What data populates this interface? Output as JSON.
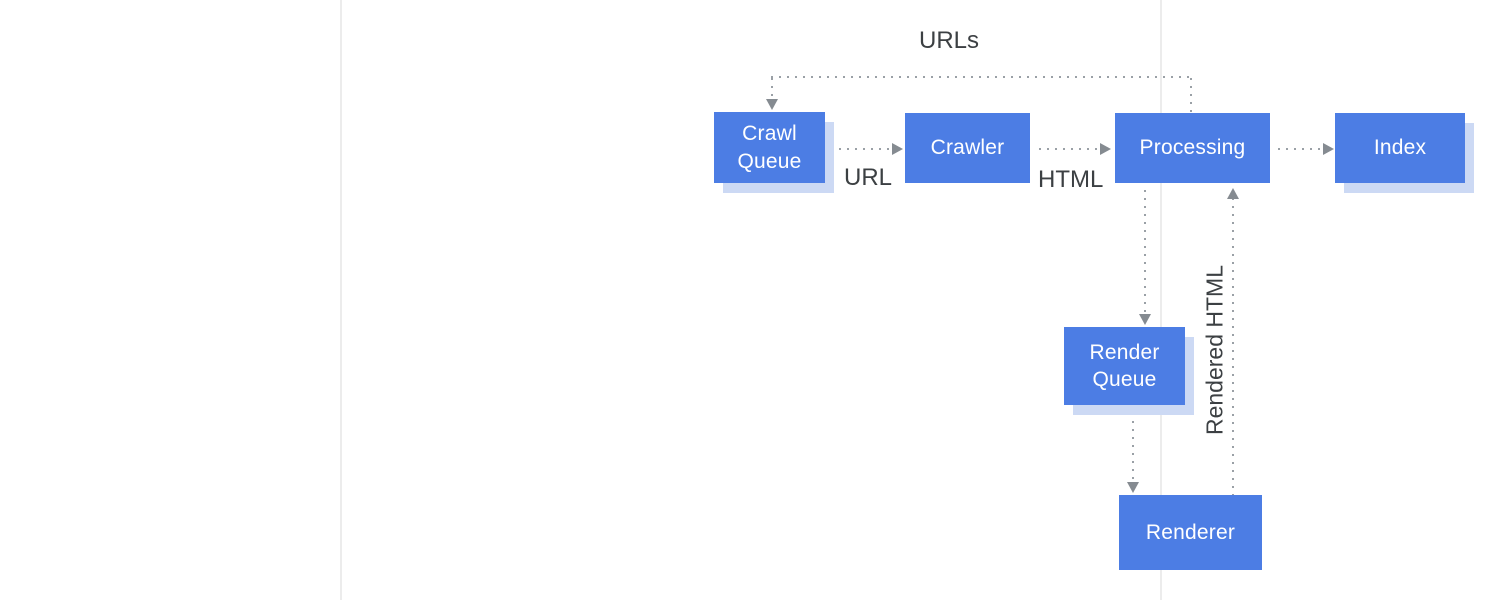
{
  "diagram": {
    "description": "Google Search crawl-render-index pipeline flow diagram",
    "nodes": [
      {
        "id": "crawl-queue",
        "label": "Crawl Queue"
      },
      {
        "id": "crawler",
        "label": "Crawler"
      },
      {
        "id": "processing",
        "label": "Processing"
      },
      {
        "id": "index",
        "label": "Index"
      },
      {
        "id": "render-queue",
        "label": "Render Queue"
      },
      {
        "id": "renderer",
        "label": "Renderer"
      }
    ],
    "edge_labels": {
      "urls": "URLs",
      "url": "URL",
      "html": "HTML",
      "rendered_html": "Rendered HTML"
    },
    "edges": [
      {
        "from": "crawl-queue",
        "to": "crawler",
        "label": "URL",
        "style": "dotted"
      },
      {
        "from": "crawler",
        "to": "processing",
        "label": "HTML",
        "style": "dotted"
      },
      {
        "from": "processing",
        "to": "index",
        "label": "",
        "style": "dotted"
      },
      {
        "from": "processing",
        "to": "crawl-queue",
        "label": "URLs",
        "style": "dotted"
      },
      {
        "from": "processing",
        "to": "render-queue",
        "label": "",
        "style": "dotted"
      },
      {
        "from": "render-queue",
        "to": "renderer",
        "label": "",
        "style": "dotted"
      },
      {
        "from": "renderer",
        "to": "processing",
        "label": "Rendered HTML",
        "style": "dotted"
      }
    ],
    "colors": {
      "node_fill": "#4c7de4",
      "node_text": "#ffffff",
      "node_shadow": "#ccd9f4",
      "line": "#9aa0a6",
      "arrowhead": "#858b91",
      "label_text": "#3c4043",
      "panel_border": "#ececec",
      "background": "#ffffff"
    }
  }
}
